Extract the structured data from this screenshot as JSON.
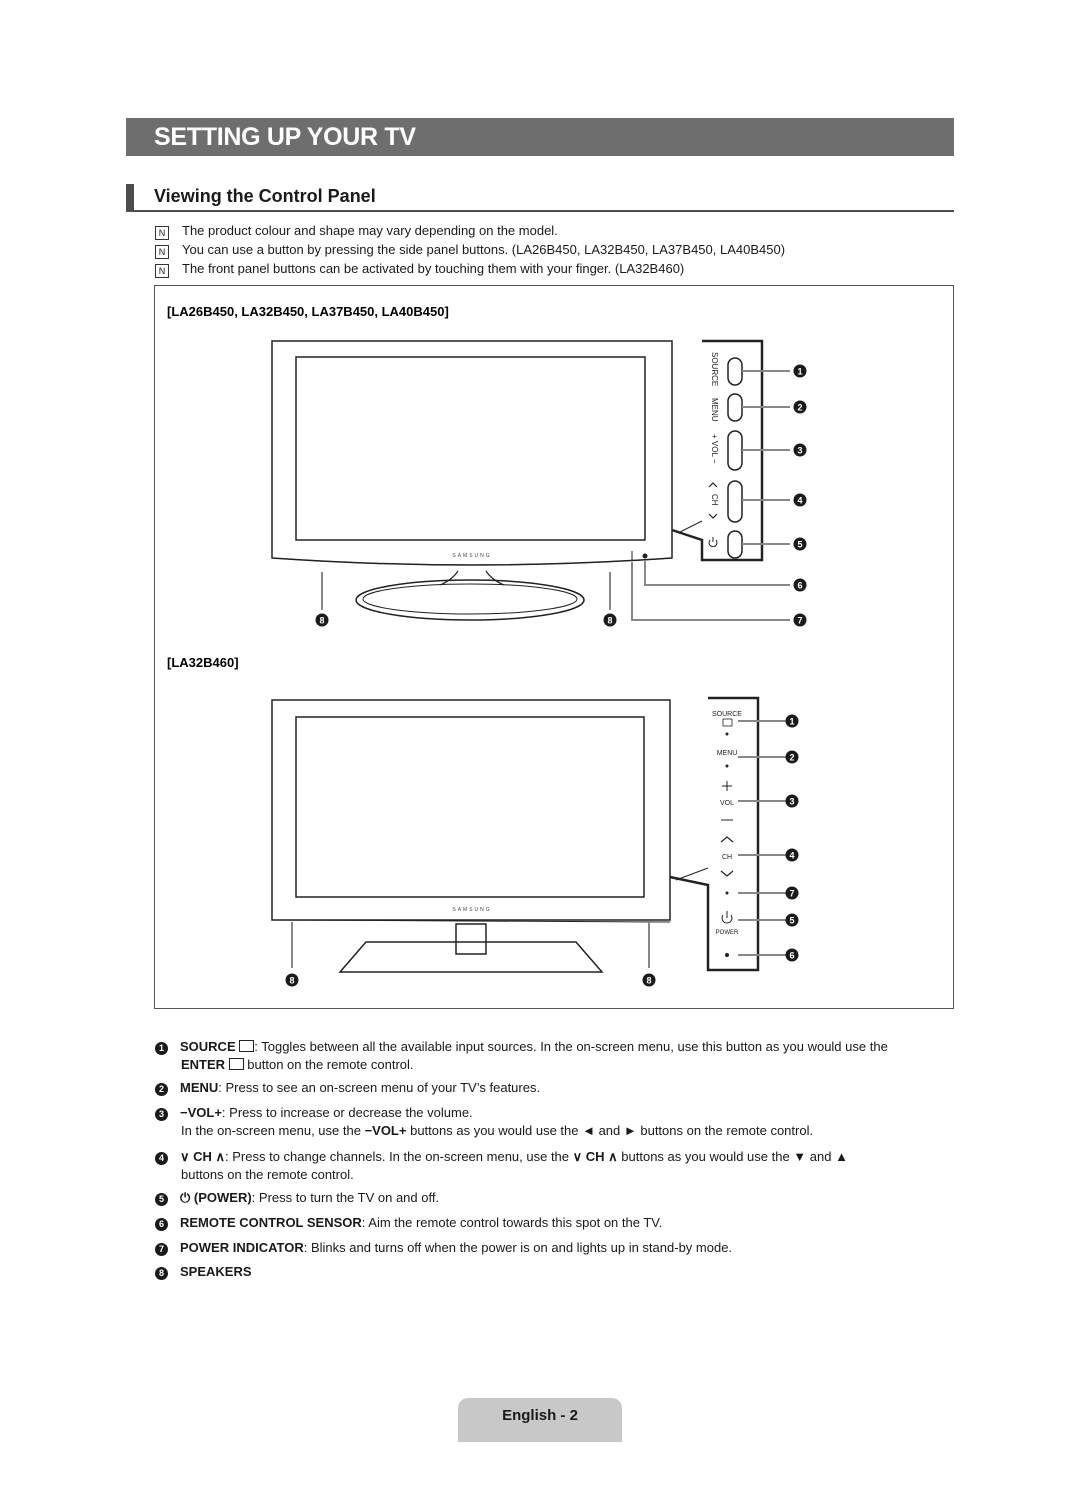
{
  "header": {
    "title": "SETTING UP YOUR TV"
  },
  "section": {
    "title": "Viewing the Control Panel"
  },
  "notes": [
    "The product colour and shape may vary depending on the model.",
    "You can use a button by pressing the side panel buttons. (LA26B450, LA32B450, LA37B450, LA40B450)",
    "The front panel buttons can be activated by touching them with your finger. (LA32B460)"
  ],
  "note_icon": "N",
  "diagram": {
    "model_group_1": "[LA26B450, LA32B450, LA37B450, LA40B450]",
    "model_group_2": "[LA32B460]",
    "brand": "SAMSUNG",
    "side_labels": [
      "SOURCE",
      "MENU",
      "+ VOL −",
      "CH"
    ],
    "front_labels": {
      "source": "SOURCE",
      "menu": "MENU",
      "vol": "VOL",
      "ch": "CH",
      "power": "POWER"
    },
    "callouts": [
      "1",
      "2",
      "3",
      "4",
      "5",
      "6",
      "7",
      "8"
    ]
  },
  "descriptions": [
    {
      "num": "1",
      "label": "SOURCE",
      "text": ": Toggles between all the available input sources. In the on-screen menu, use this button as you would use the",
      "line2_label": "ENTER",
      "line2_text": " button on the remote control."
    },
    {
      "num": "2",
      "label": "MENU",
      "text": ": Press to see an on-screen menu of your TV’s features."
    },
    {
      "num": "3",
      "label": "−VOL+",
      "text": ": Press to increase or decrease the volume.",
      "line2_pre": "In the on-screen menu, use the ",
      "line2_label": "−VOL+",
      "line2_text": " buttons as you would use the ◄ and ► buttons on the remote control."
    },
    {
      "num": "4",
      "label": "∨ CH ∧",
      "text": ": Press to change channels. In the on-screen menu, use the ",
      "label_b": "∨ CH ∧",
      "text_b": " buttons as you would use the ▼ and ▲",
      "line2_text": "buttons on the remote control."
    },
    {
      "num": "5",
      "label": "⏻ (POWER)",
      "text": ": Press to turn the TV on and off."
    },
    {
      "num": "6",
      "label": "REMOTE CONTROL SENSOR",
      "text": ": Aim the remote control towards this spot on the TV."
    },
    {
      "num": "7",
      "label": "POWER INDICATOR",
      "text": ": Blinks and turns off when the power is on and lights up in stand-by mode."
    },
    {
      "num": "8",
      "label": "SPEAKERS",
      "text": ""
    }
  ],
  "footer": {
    "page_label": "English - 2"
  }
}
